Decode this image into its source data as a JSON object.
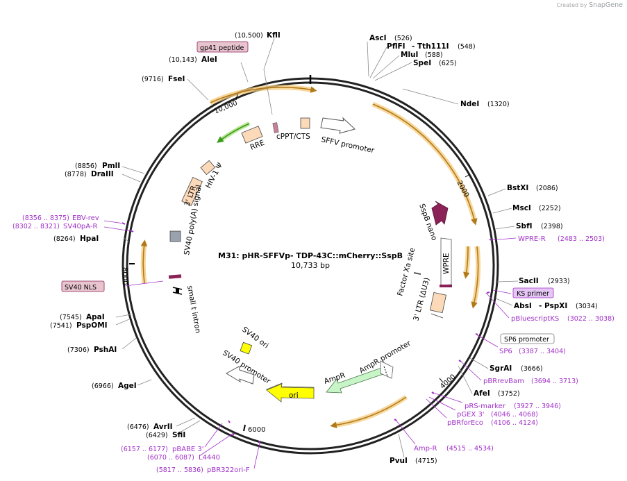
{
  "brand": {
    "prefix": "Created by",
    "name": "SnapGene"
  },
  "map": {
    "title": "M31: pHR-SFFVp- TDP-43C::mCherry::SspB",
    "length_label": "10,733 bp",
    "ticks": [
      "2000",
      "4000",
      "6000",
      "8000",
      "10,000"
    ]
  },
  "features": {
    "sffv_promoter": "SFFV promoter",
    "cppt_cts": "cPPT/CTS",
    "rre": "RRE",
    "hiv_psi": "HIV-1 Ψ",
    "ltr5": "3' LTR",
    "sv40_polya": "SV40 poly(A) signal",
    "small_t": "small t intron",
    "sv40_ori": "SV40 ori",
    "sv40_promoter": "SV40 promoter",
    "ori": "ori",
    "ampr": "AmpR",
    "ampr_promoter": "AmpR promoter",
    "ltr3": "3' LTR (ΔU3)",
    "factor_xa": "Factor Xa site",
    "wpre": "WPRE",
    "sspb": "SspB nano"
  },
  "sites": {
    "kfli": {
      "name": "KflI",
      "pos": "(10,500)"
    },
    "alei": {
      "name": "AleI",
      "pos": "(10,143)"
    },
    "fsei": {
      "name": "FseI",
      "pos": "(9716)"
    },
    "pmli": {
      "name": "PmlI",
      "pos": "(8856)"
    },
    "draiii": {
      "name": "DraIII",
      "pos": "(8778)"
    },
    "hpai": {
      "name": "HpaI",
      "pos": "(8264)"
    },
    "apai": {
      "name": "ApaI",
      "pos": "(7545)"
    },
    "pspomi": {
      "name": "PspOMI",
      "pos": "(7541)"
    },
    "pshai": {
      "name": "PshAI",
      "pos": "(7306)"
    },
    "agei": {
      "name": "AgeI",
      "pos": "(6966)"
    },
    "avrii": {
      "name": "AvrII",
      "pos": "(6476)"
    },
    "sfii": {
      "name": "SfiI",
      "pos": "(6429)"
    },
    "asci": {
      "name": "AscI",
      "pos": "(526)"
    },
    "pflfi": {
      "name": "PflFI",
      "pos": "(548)"
    },
    "tth111i": {
      "name": "- Tth111I"
    },
    "mlui": {
      "name": "MluI",
      "pos": "(588)"
    },
    "spei": {
      "name": "SpeI",
      "pos": "(625)"
    },
    "ndei": {
      "name": "NdeI",
      "pos": "(1320)"
    },
    "bstxi": {
      "name": "BstXI",
      "pos": "(2086)"
    },
    "msci": {
      "name": "MscI",
      "pos": "(2252)"
    },
    "sbfi": {
      "name": "SbfI",
      "pos": "(2398)"
    },
    "sacii": {
      "name": "SacII",
      "pos": "(2933)"
    },
    "absi": {
      "name": "AbsI",
      "pos": "(3034)"
    },
    "pspxi": {
      "name": "- PspXI"
    },
    "sgrai": {
      "name": "SgrAI",
      "pos": "(3666)"
    },
    "afei": {
      "name": "AfeI",
      "pos": "(3752)"
    },
    "pvui": {
      "name": "PvuI",
      "pos": "(4715)"
    }
  },
  "primers": {
    "ebv_rev": {
      "name": "EBV-rev",
      "pos": "(8356 .. 8375)"
    },
    "sv40pa_r": {
      "name": "SV40pA-R",
      "pos": "(8302 .. 8321)"
    },
    "wpre_r": {
      "name": "WPRE-R",
      "pos": "(2483 .. 2503)"
    },
    "ks_primer": {
      "name": "KS primer"
    },
    "pbluescriptks": {
      "name": "pBluescriptKS",
      "pos": "(3022 .. 3038)"
    },
    "sp6_promoter": {
      "name": "SP6 promoter"
    },
    "sp6": {
      "name": "SP6",
      "pos": "(3387 .. 3404)"
    },
    "pbrrevbam": {
      "name": "pBRrevBam",
      "pos": "(3694 .. 3713)"
    },
    "prs_marker": {
      "name": "pRS-marker",
      "pos": "(3927 .. 3946)"
    },
    "pgex3": {
      "name": "pGEX 3'",
      "pos": "(4046 .. 4068)"
    },
    "pbrforeco": {
      "name": "pBRforEco",
      "pos": "(4106 .. 4124)"
    },
    "amp_r": {
      "name": "Amp-R",
      "pos": "(4515 .. 4534)"
    },
    "pbabe3": {
      "name": "pBABE 3'",
      "pos": "(6157 .. 6177)"
    },
    "l4440": {
      "name": "L4440",
      "pos": "(6070 .. 6087)"
    },
    "pbr322ori_f": {
      "name": "pBR322ori-F",
      "pos": "(5817 .. 5836)"
    }
  },
  "boxed": {
    "gp41": "gp41 peptide",
    "sv40_nls": "SV40 NLS"
  },
  "colors": {
    "backbone": "#222222",
    "orf": "#b07a1a",
    "orf_glow": "#f5c97a",
    "primer": "#a030c8",
    "ltr": "#fcd9b8",
    "sspb": "#8b2257",
    "ori": "#ffff00",
    "ampr": "#c8f5c8",
    "gp41_box": "#e8c4cf",
    "ks_box": "#e6c6f5"
  }
}
